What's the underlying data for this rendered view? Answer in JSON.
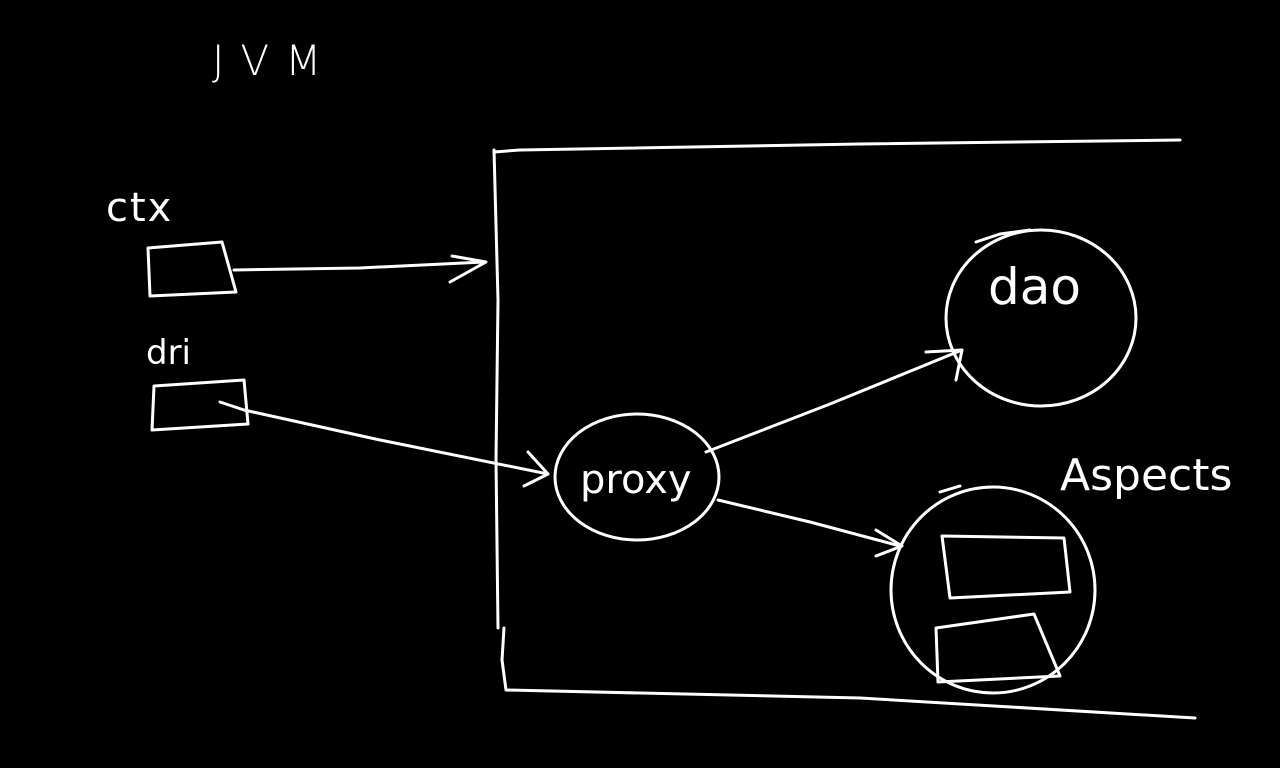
{
  "canvas": {
    "background": "#000000",
    "ink": "#ffffff"
  },
  "labels": {
    "jvm": "JVM",
    "ctx": "ctx",
    "dri": "dri",
    "dao": "dao",
    "proxy": "proxy",
    "aspects": "Aspects"
  }
}
